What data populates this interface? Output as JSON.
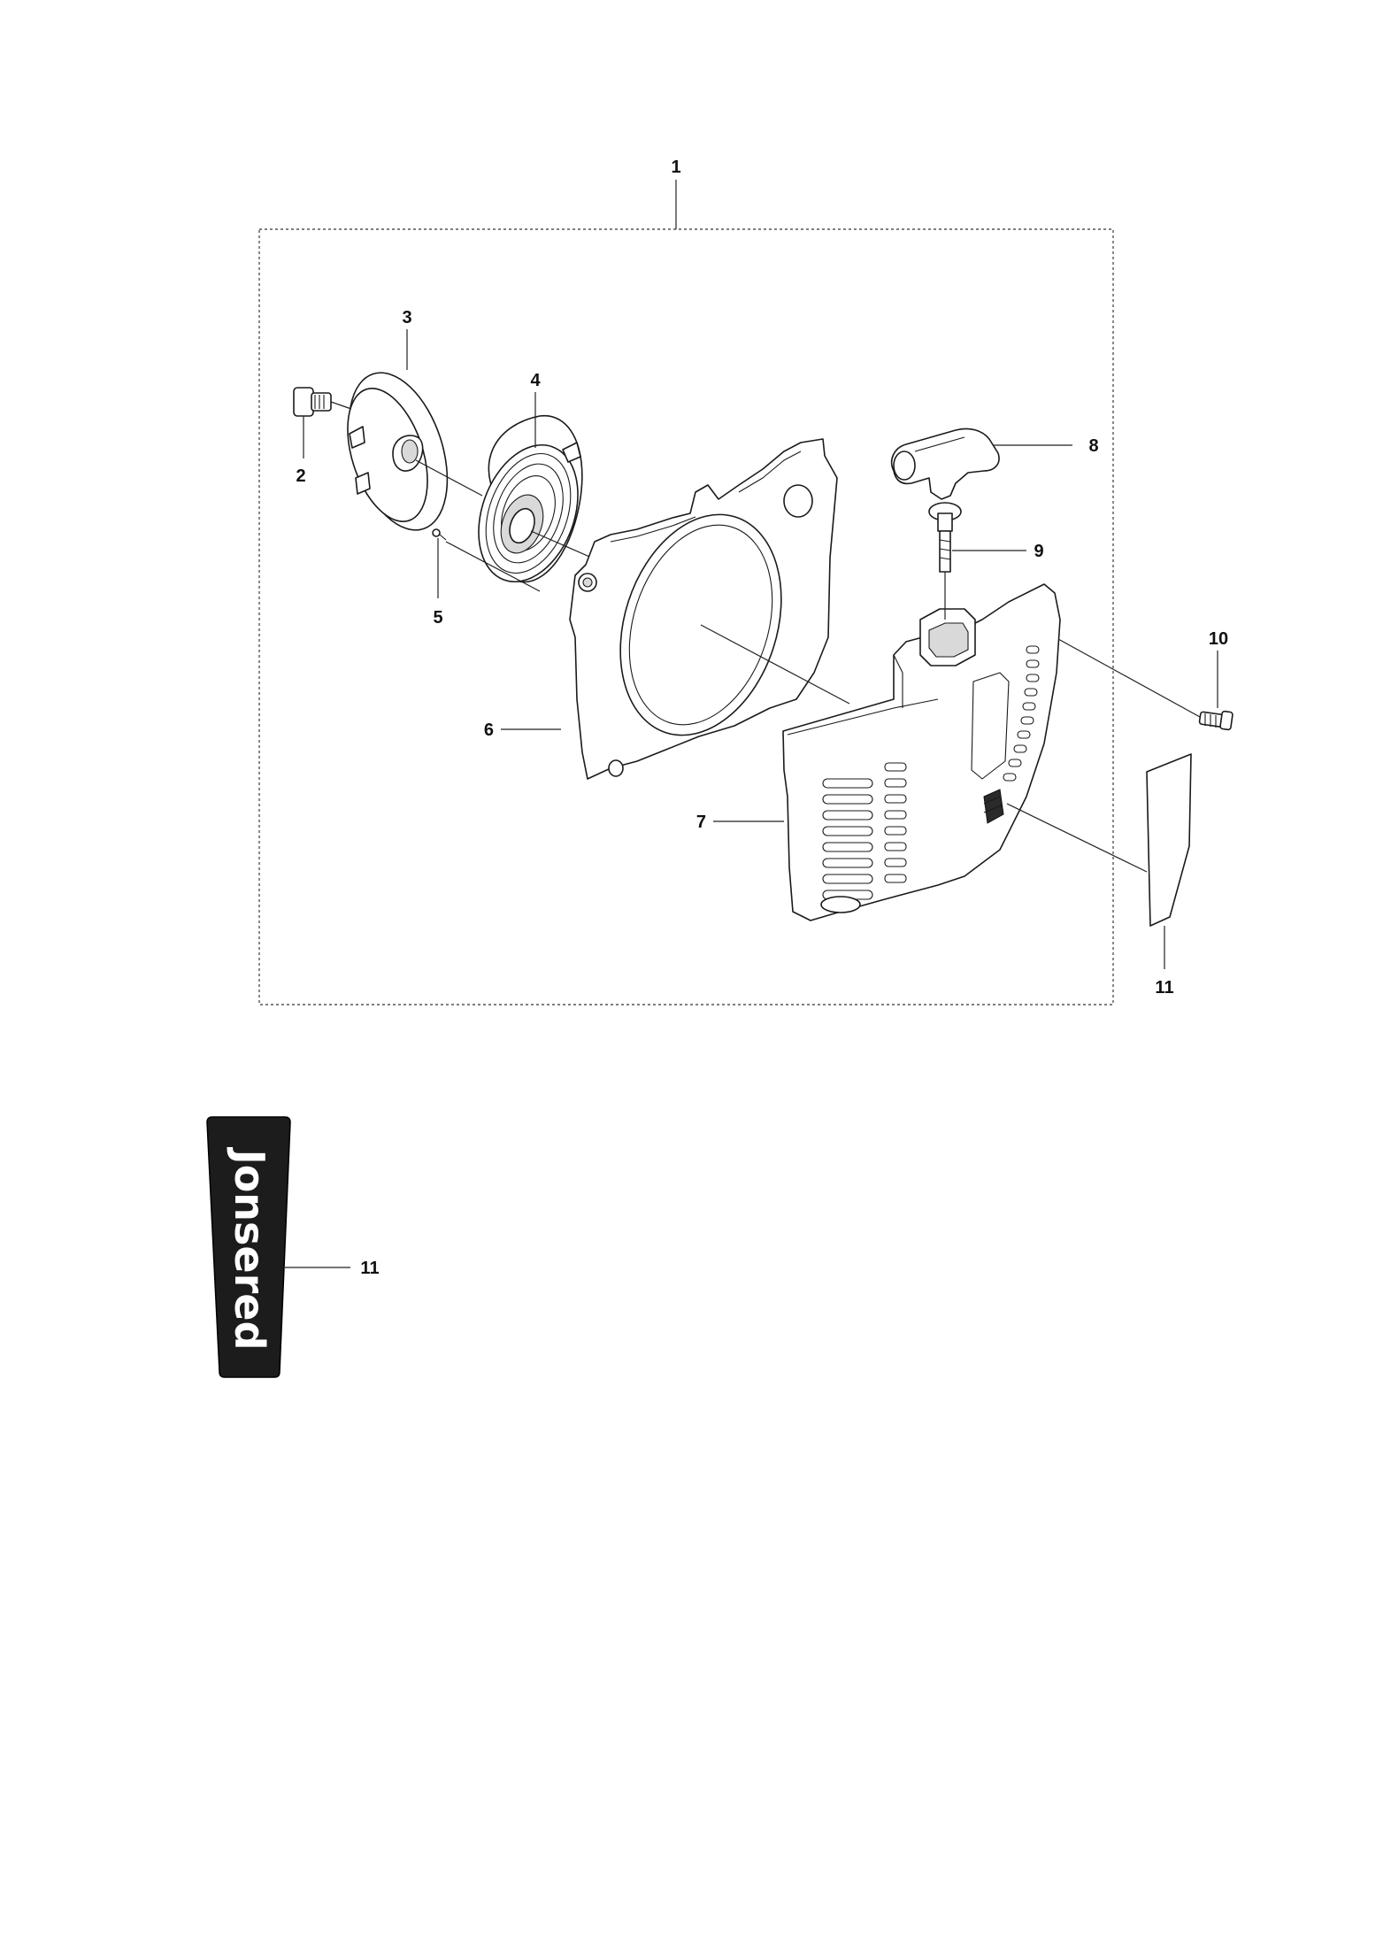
{
  "diagram": {
    "callouts": {
      "c1": "1",
      "c2": "2",
      "c3": "3",
      "c4": "4",
      "c5": "5",
      "c6": "6",
      "c7": "7",
      "c8": "8",
      "c9": "9",
      "c10": "10",
      "c11a": "11",
      "c11b": "11"
    },
    "decal_brand": "Jonsered"
  }
}
